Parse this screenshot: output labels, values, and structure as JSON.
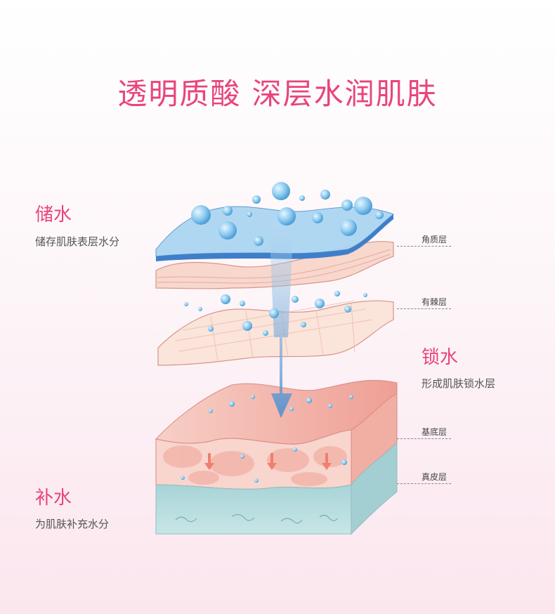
{
  "title": "透明质酸  深层水润肌肤",
  "labels": {
    "store": {
      "head": "储水",
      "sub": "储存肌肤表层水分"
    },
    "lock": {
      "head": "锁水",
      "sub": "形成肌肤锁水层"
    },
    "supply": {
      "head": "补水",
      "sub": "为肌肤补充水分"
    }
  },
  "layers": [
    "角质层",
    "有棘层",
    "基底层",
    "真皮层"
  ],
  "colors": {
    "accent": "#e8457a",
    "water_blue": "#6fb6e8",
    "skin_pink": "#f6c1b4",
    "dermis_teal": "#9fcfd3"
  }
}
